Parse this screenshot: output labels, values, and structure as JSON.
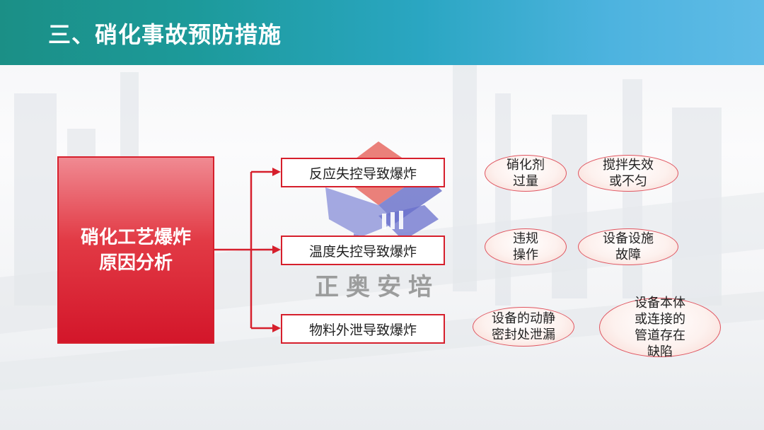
{
  "slide": {
    "title": "三、硝化事故预防措施",
    "main_box": {
      "label": "硝化工艺爆炸原因分析"
    },
    "causes": [
      {
        "label": "反应失控导致爆炸",
        "factors": [
          "硝化剂过量",
          "搅拌失效或不匀"
        ]
      },
      {
        "label": "温度失控导致爆炸",
        "factors": [
          "违规操作",
          "设备设施故障"
        ]
      },
      {
        "label": "物料外泄导致爆炸",
        "factors": [
          "设备的动静密封处泄漏",
          "设备本体或连接的管道存在缺陷"
        ]
      }
    ],
    "watermark": {
      "text": "正奥安培"
    }
  },
  "colors": {
    "header_start": "#1b8f86",
    "header_end": "#5fbbe6",
    "accent_red": "#d61f2c",
    "oval_border": "#e05560"
  }
}
